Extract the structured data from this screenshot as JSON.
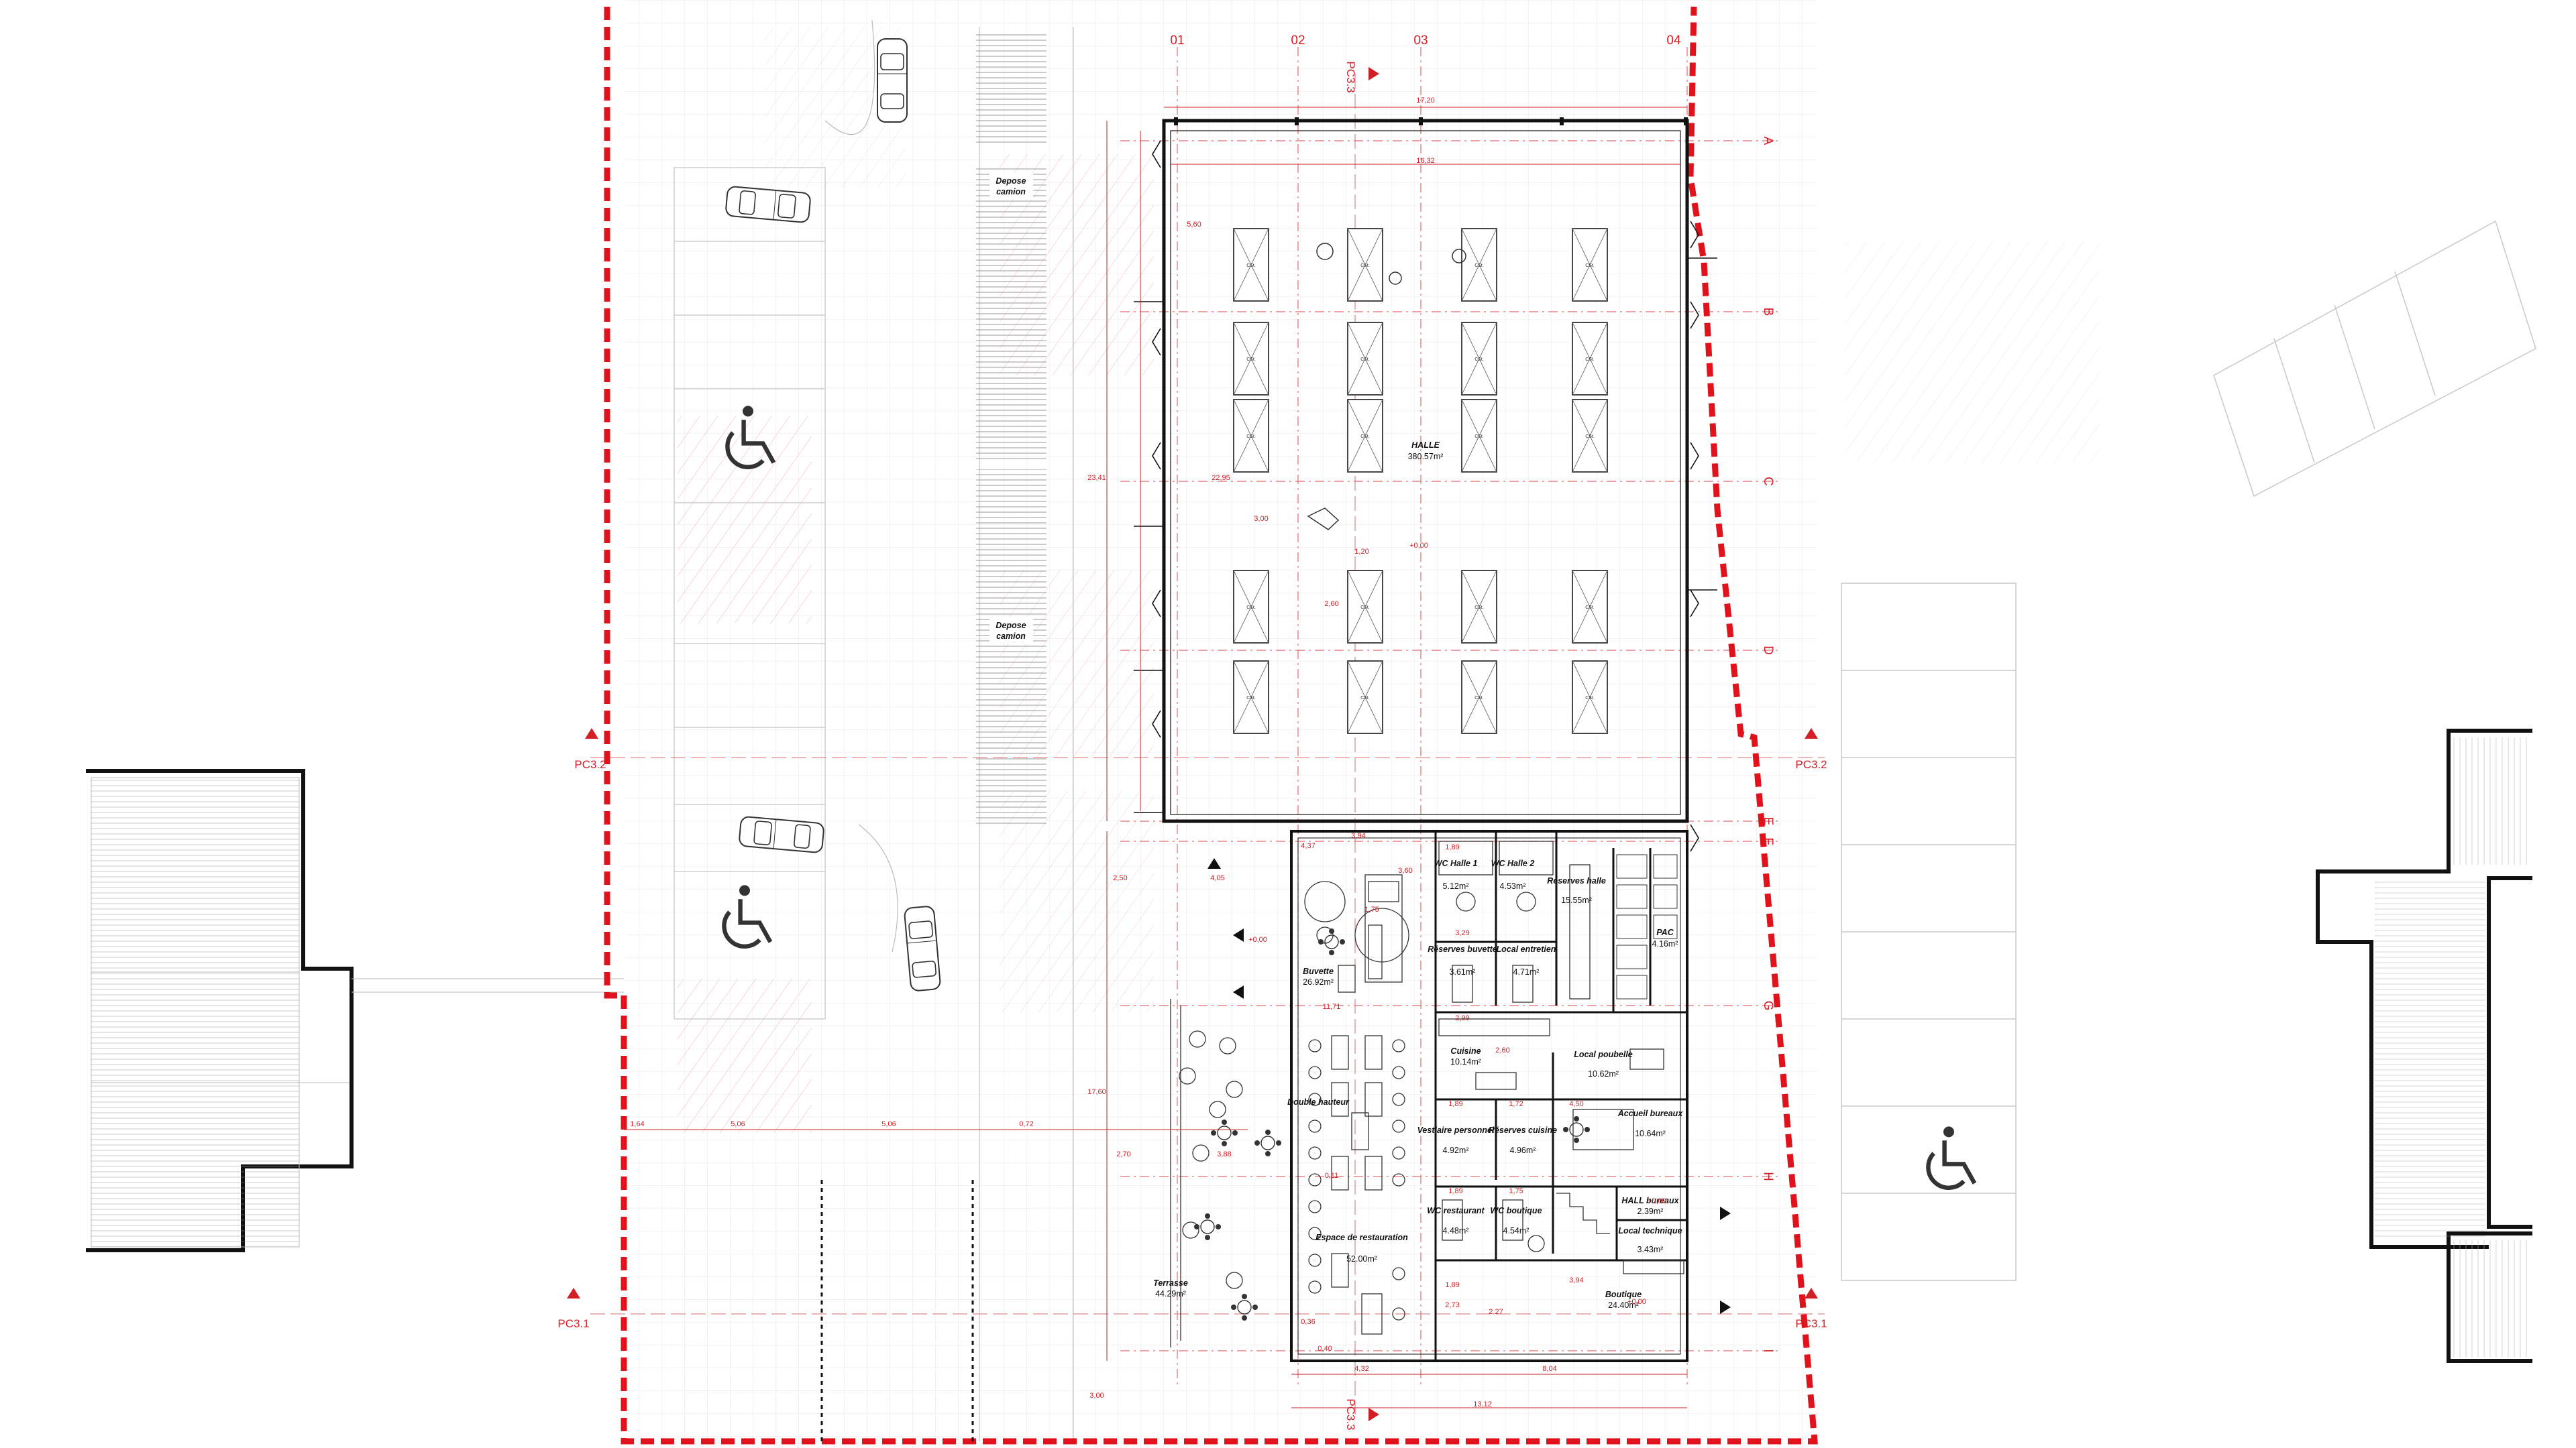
{
  "grid_columns": [
    "01",
    "02",
    "03",
    "04"
  ],
  "grid_rows": [
    "A",
    "B",
    "C",
    "D",
    "E",
    "F",
    "G",
    "H",
    "I"
  ],
  "section_marks": {
    "pc31": "PC3.1",
    "pc32": "PC3.2",
    "pc33": "PC3.3"
  },
  "rooms": {
    "halle": {
      "name": "HALLE",
      "area": "380.57m²"
    },
    "buvette": {
      "name": "Buvette",
      "area": "26.92m²"
    },
    "wc_halle_1": {
      "name": "WC Halle 1",
      "area": "5.12m²"
    },
    "wc_halle_2": {
      "name": "WC Halle 2",
      "area": "4.53m²"
    },
    "reserves_halle": {
      "name": "Réserves halle",
      "area": "15.55m²"
    },
    "pac": {
      "name": "PAC",
      "area": "4.16m²"
    },
    "reserves_buvette": {
      "name": "Réserves buvette",
      "area": "3.61m²"
    },
    "local_entretien": {
      "name": "Local entretien",
      "area": "4.71m²"
    },
    "cuisine": {
      "name": "Cuisine",
      "area": "10.14m²"
    },
    "local_poubelle": {
      "name": "Local poubelle",
      "area": "10.62m²"
    },
    "vestiaire": {
      "name": "Vestiaire personnel",
      "area": "4.92m²"
    },
    "reserves_cuisine": {
      "name": "Réserves cuisine",
      "area": "4.96m²"
    },
    "accueil": {
      "name": "Accueil bureaux",
      "area": "10.64m²"
    },
    "hall_bureaux": {
      "name": "HALL bureaux",
      "area": "2.39m²"
    },
    "wc_restaurant": {
      "name": "WC restaurant",
      "area": "4.48m²"
    },
    "wc_boutique": {
      "name": "WC boutique",
      "area": "4.54m²"
    },
    "local_technique": {
      "name": "Local technique",
      "area": "3.43m²"
    },
    "restauration": {
      "name": "Espace de restauration",
      "area": "52.00m²"
    },
    "boutique": {
      "name": "Boutique",
      "area": "24.40m²"
    },
    "terrasse": {
      "name": "Terrasse",
      "area": "44.29m²"
    },
    "double_hauteur": {
      "name": "Double hauteur",
      "area": ""
    }
  },
  "depose": [
    {
      "l1": "Depose",
      "l2": "camion"
    },
    {
      "l1": "Depose",
      "l2": "camion"
    }
  ],
  "table_label": "CSt.",
  "dims": {
    "d1720": "17,20",
    "d1632": "16,32",
    "d560": "5,60",
    "d2341": "23,41",
    "d2295": "22,95",
    "d300a": "3,00",
    "d120": "1,20",
    "d260": "2,60",
    "d1760": "17,60",
    "d270": "2,70",
    "d300b": "3,00",
    "d432": "4,32",
    "d804": "8,04",
    "d1312": "13,12",
    "d040": "0,40",
    "d036": "0,36",
    "d250": "2,50",
    "d405": "4,05",
    "d164": "1,64",
    "d506a": "5,06",
    "d506b": "5,06",
    "d072": "0,72",
    "d388": "3,88",
    "d011": "0,11",
    "lev1": "+0,00",
    "lev2": "+0,00",
    "lev3": "+0,00",
    "lev4": "+0,00",
    "d394": "3,94",
    "d437": "4,37",
    "d189": "1,89",
    "d360": "3,60",
    "d175": "1,75",
    "d329": "3,29",
    "d299": "2,99",
    "d260b": "2,60",
    "d189b": "1,89",
    "d172": "1,72",
    "d450": "4,50",
    "d1171": "11,71",
    "d189c": "1,89",
    "d175b": "1,75",
    "d273": "2,73",
    "d227": "2,27",
    "d189d": "1,89",
    "d394b": "3,94"
  },
  "colors": {
    "accent": "#d21f26",
    "line": "#111111",
    "grid": "#dedede",
    "hatch": "#f0b8ba"
  }
}
